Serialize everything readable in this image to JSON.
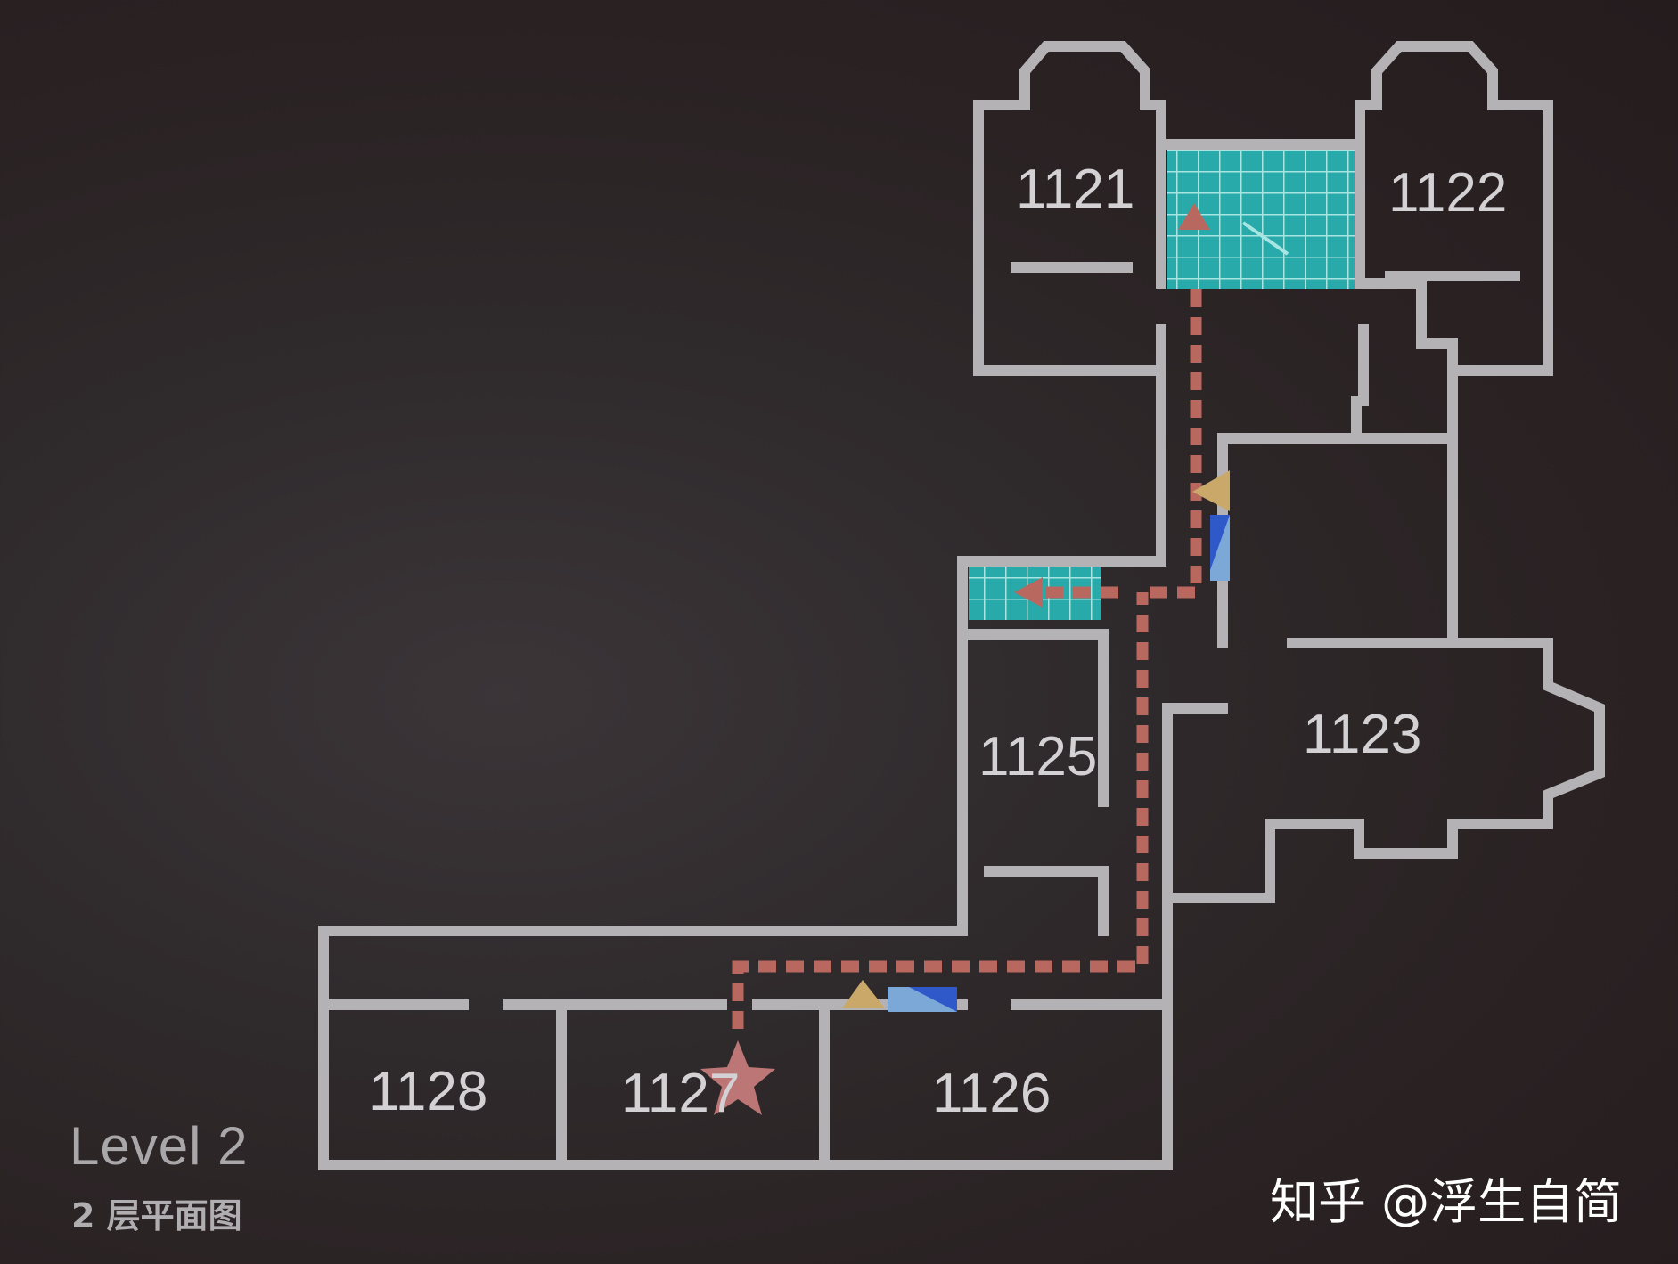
{
  "level": {
    "title": "Level 2",
    "subtitle": "2 层平面图"
  },
  "rooms": [
    {
      "id": "1121",
      "label": "1121"
    },
    {
      "id": "1122",
      "label": "1122"
    },
    {
      "id": "1123",
      "label": "1123"
    },
    {
      "id": "1125",
      "label": "1125"
    },
    {
      "id": "1126",
      "label": "1126"
    },
    {
      "id": "1127",
      "label": "1127"
    },
    {
      "id": "1128",
      "label": "1128"
    }
  ],
  "watermark": "知乎 @浮生自简",
  "colors": {
    "wall": "#b4b2b4",
    "stairs": "#27aaa9",
    "route": "#b8685f",
    "marker_star": "#c47a7a",
    "triangle_yellow": "#c9a86a",
    "door_blue": "#2f59c9"
  },
  "icons": [
    "star-icon",
    "arrow-up-icon",
    "arrow-left-icon",
    "triangle-icon",
    "door-icon",
    "stairs-icon"
  ]
}
